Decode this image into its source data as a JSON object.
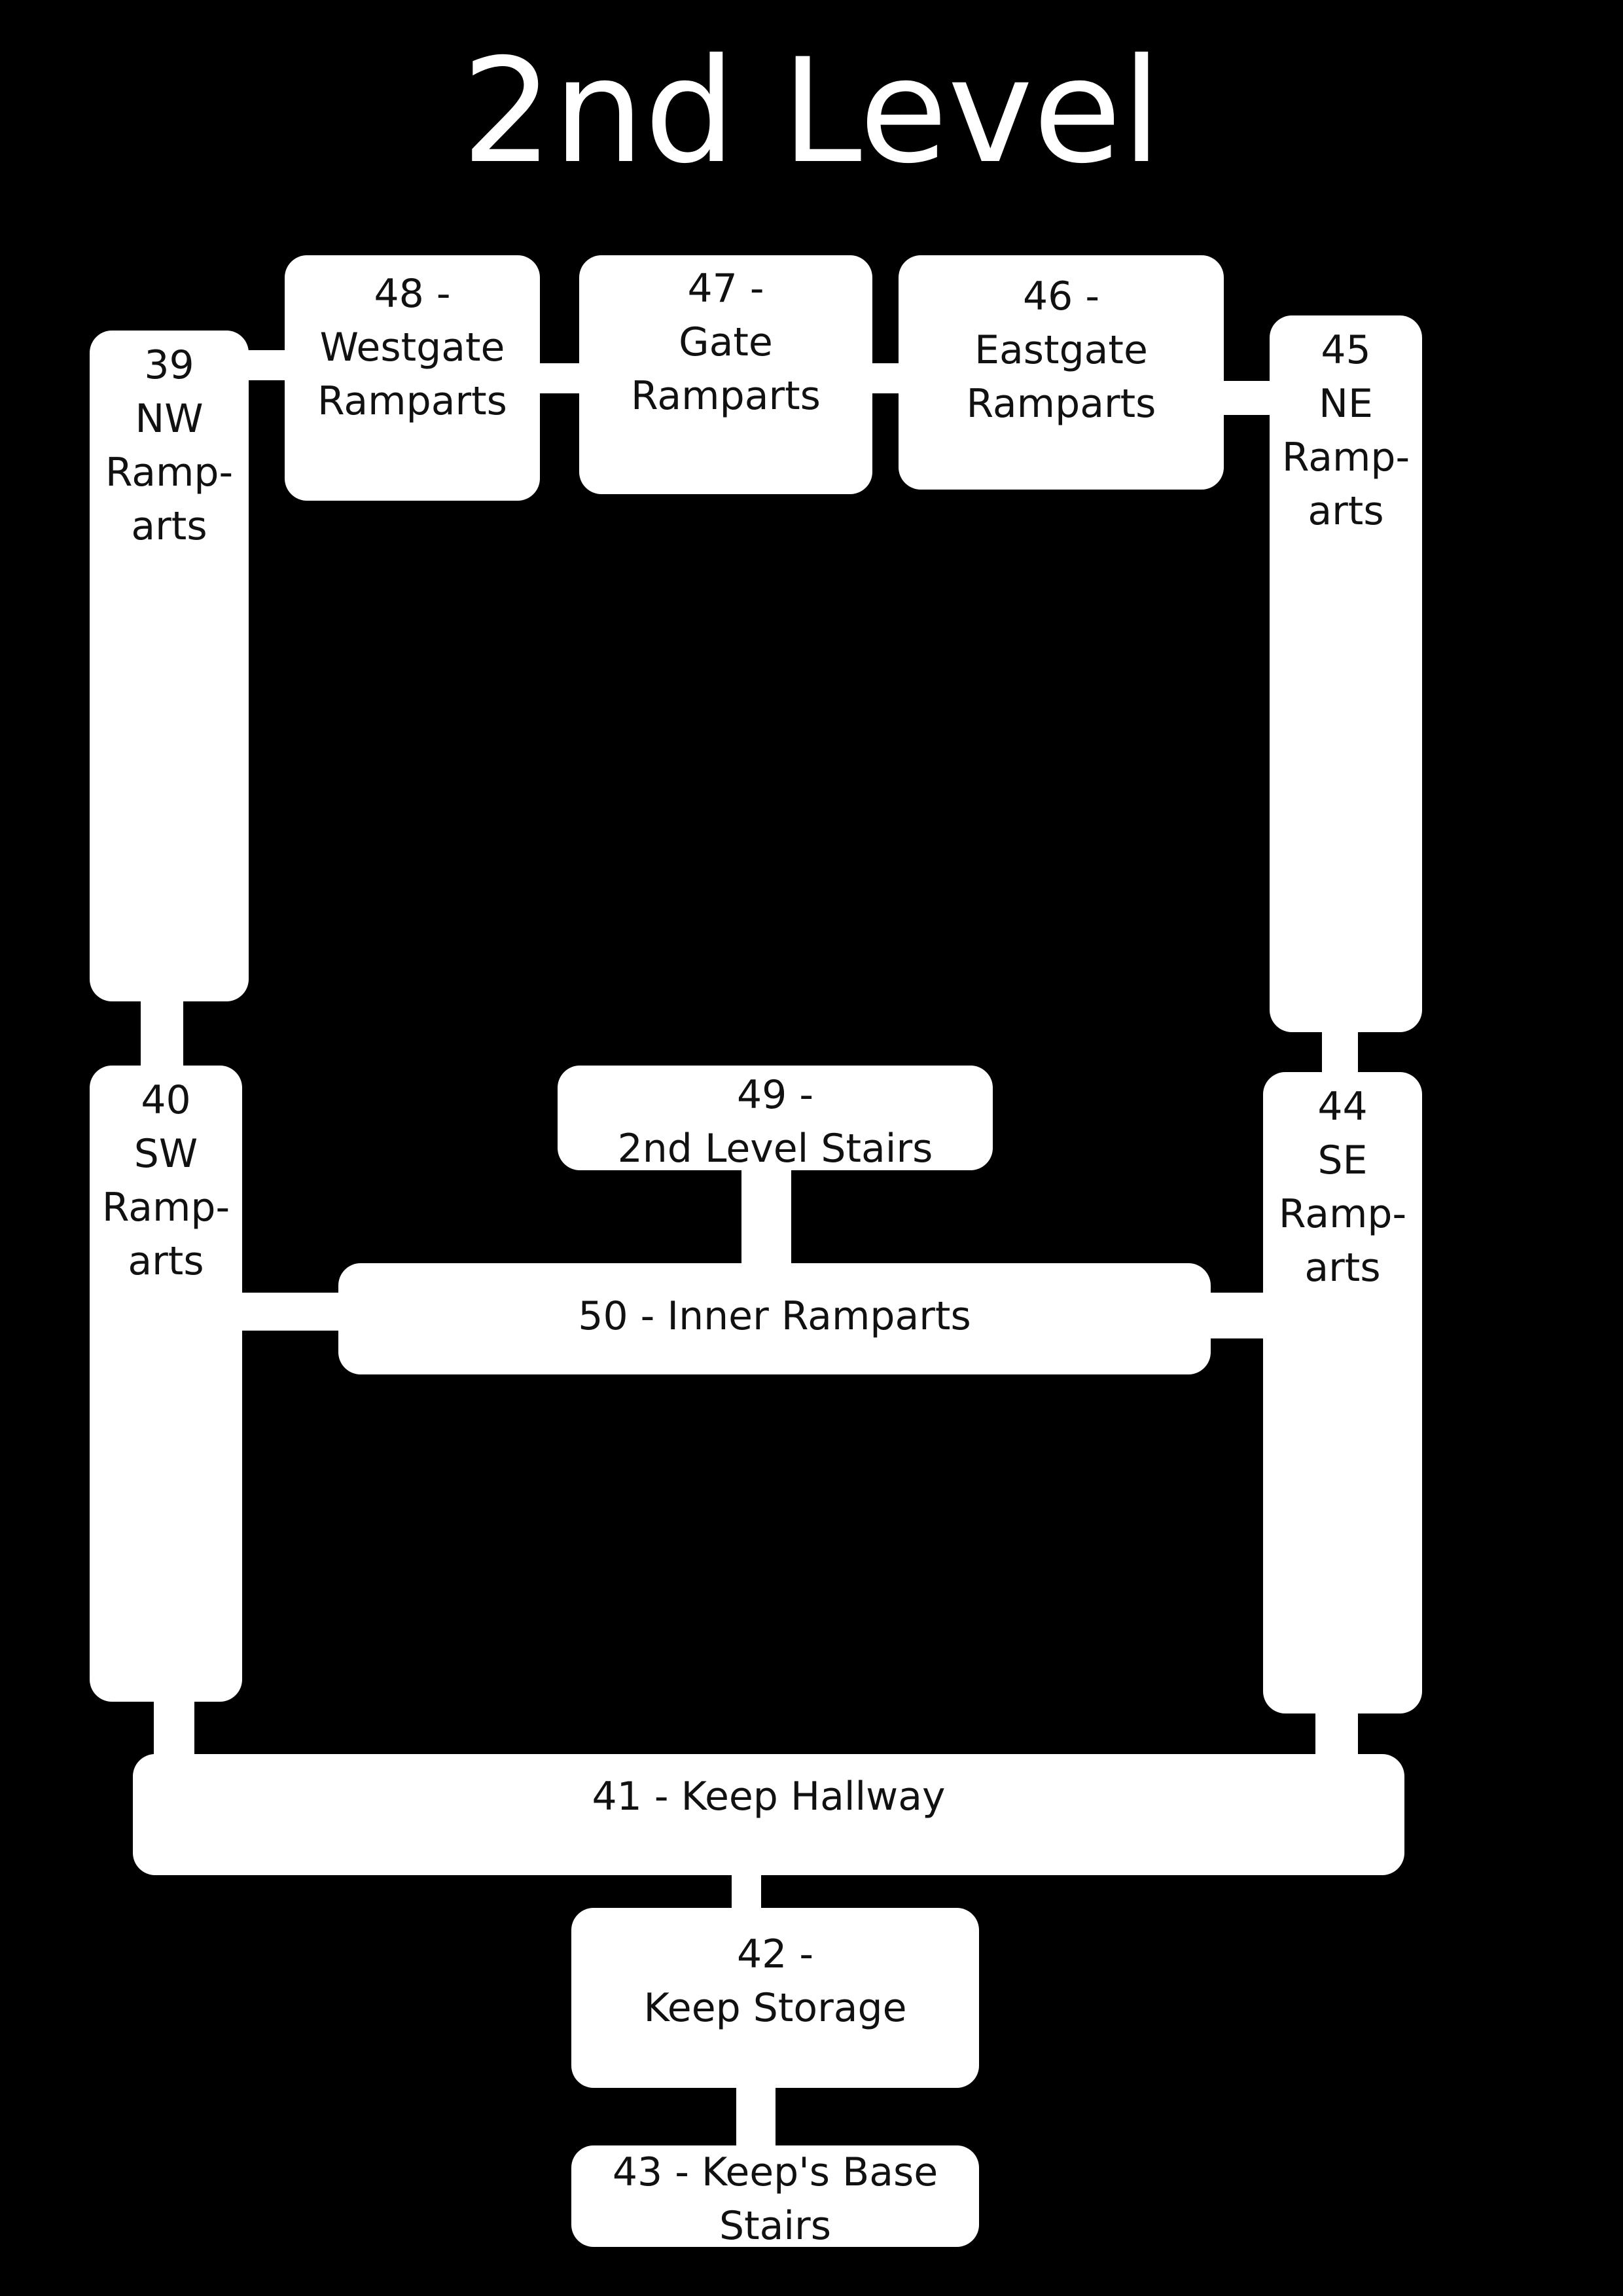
{
  "title": "2nd Level",
  "colors": {
    "background": "#000000",
    "room_fill": "#ffffff",
    "text": "#111111",
    "title_text": "#ffffff"
  },
  "rooms": {
    "r39": "39\nNW\nRamp-\narts",
    "r40": "40\nSW\nRamp-\narts",
    "r41": "41 - Keep Hallway",
    "r42": "42 -\nKeep Storage",
    "r43": "43 - Keep's Base\nStairs",
    "r44": "44\nSE\nRamp-\narts",
    "r45": "45\nNE\nRamp-\narts",
    "r46": "46 -\nEastgate\nRamparts",
    "r47": "47 -\nGate\nRamparts",
    "r48": "48 -\nWestgate\nRamparts",
    "r49": "49 -\n2nd Level Stairs",
    "r50": "50 - Inner Ramparts"
  }
}
